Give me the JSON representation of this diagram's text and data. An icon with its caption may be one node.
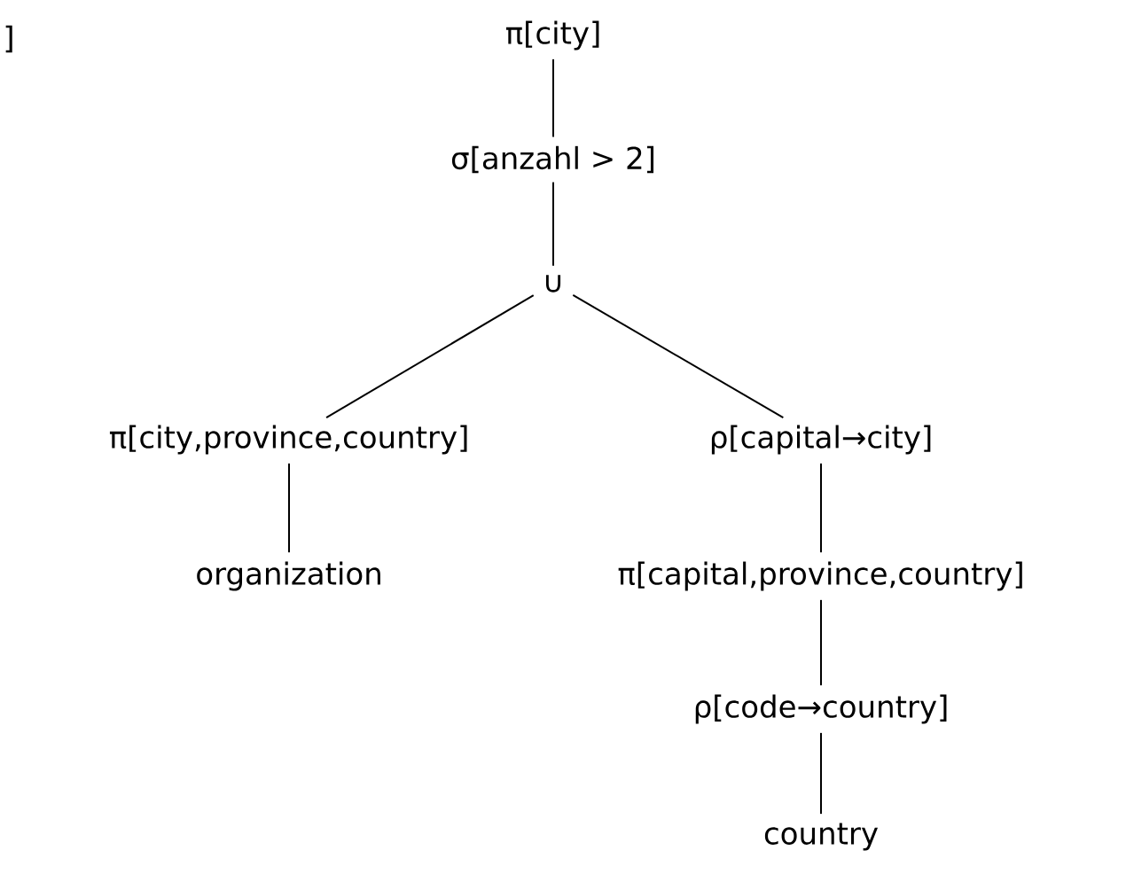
{
  "diagram": {
    "nodes": [
      {
        "text": [
          "π[city]"
        ]
      },
      {
        "text": [
          "σ[anzahl > 2]"
        ]
      },
      {
        "text": [
          "∪"
        ]
      },
      {
        "text": [
          "π[city,province,country]"
        ]
      },
      {
        "text": [
          "ρ[capital→city]"
        ]
      },
      {
        "text": [
          "organization"
        ]
      },
      {
        "text": [
          "π[capital,province,country]"
        ]
      },
      {
        "text": [
          "ρ[code→country]"
        ]
      },
      {
        "text": [
          "country"
        ]
      }
    ],
    "edges": [
      {
        "from": 0,
        "to": 1,
        "arrow": "none"
      },
      {
        "from": 1,
        "to": 2,
        "arrow": "none"
      },
      {
        "from": 2,
        "to": 3,
        "arrow": "none"
      },
      {
        "from": 2,
        "to": 4,
        "arrow": "none"
      },
      {
        "from": 3,
        "to": 5,
        "arrow": "none"
      },
      {
        "from": 4,
        "to": 6,
        "arrow": "none"
      },
      {
        "from": 6,
        "to": 7,
        "arrow": "none"
      },
      {
        "from": 7,
        "to": 8,
        "arrow": "none"
      }
    ],
    "labels": [
      "]"
    ]
  }
}
